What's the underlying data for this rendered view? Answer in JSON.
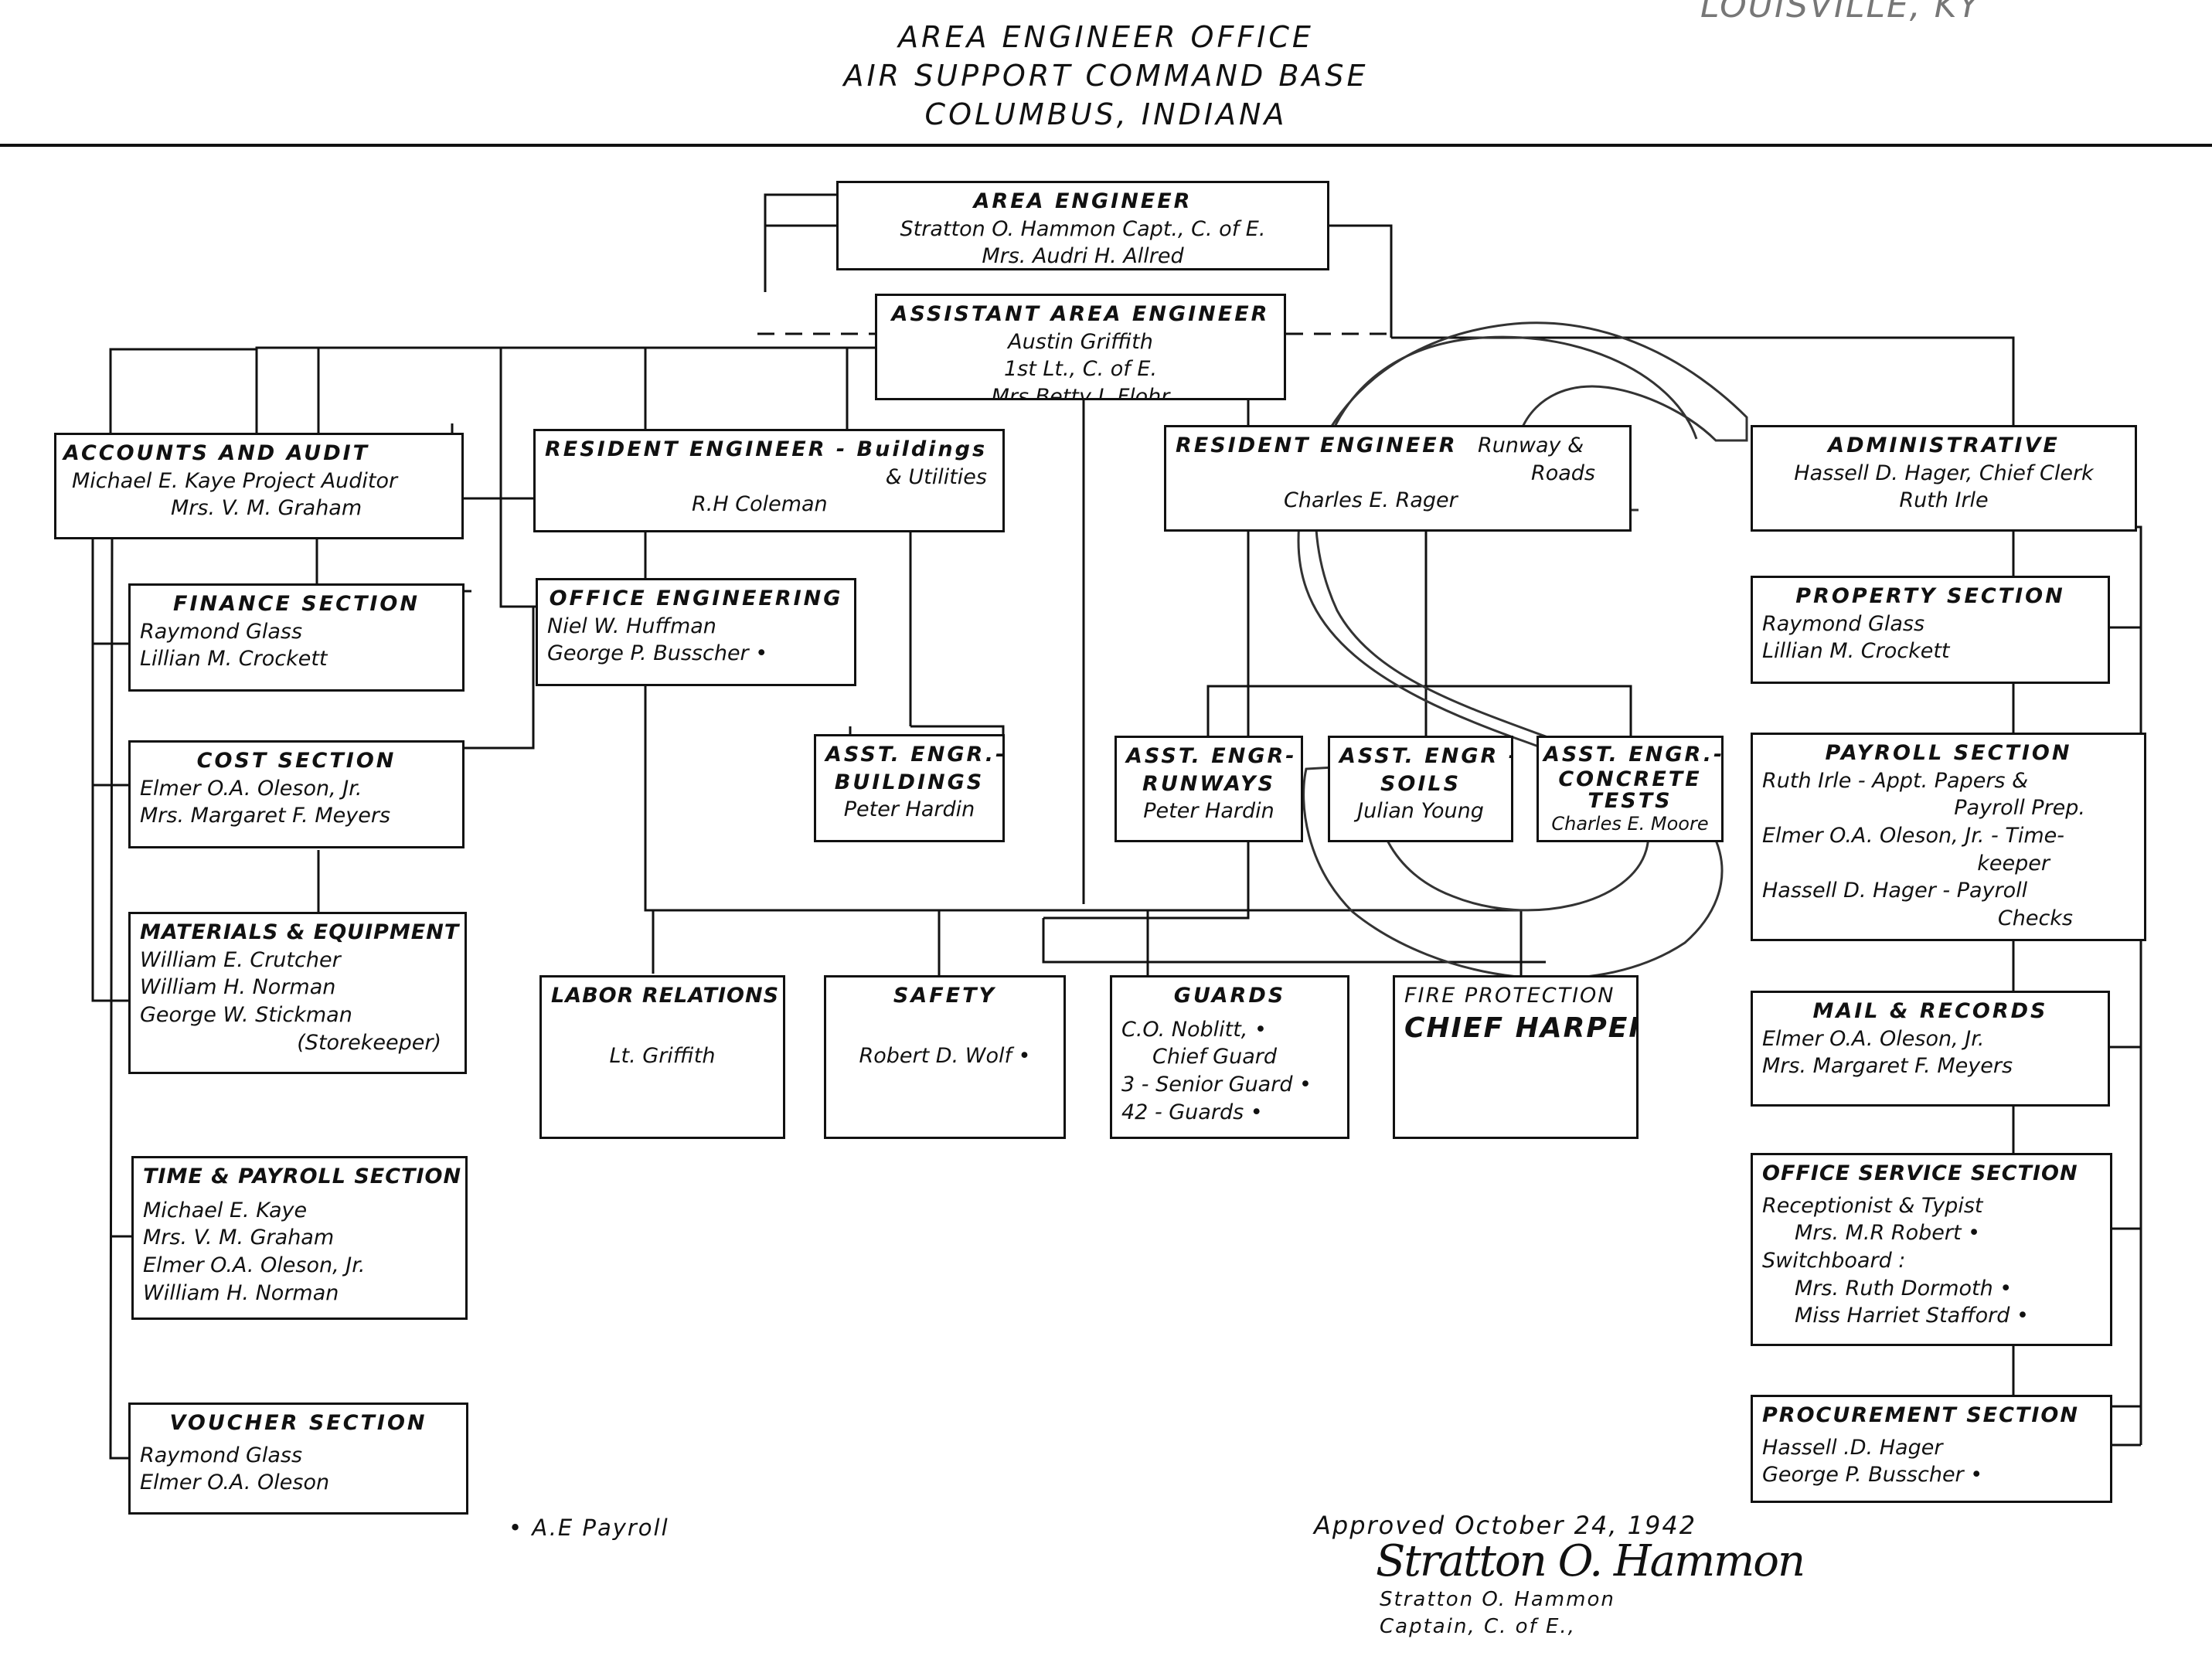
{
  "header": {
    "line1": "AREA ENGINEER OFFICE",
    "line2": "AIR SUPPORT COMMAND BASE",
    "line3": "COLUMBUS, INDIANA",
    "corner_stamp": "LOUISVILLE, KY"
  },
  "boxes": {
    "area_engineer": {
      "title": "AREA ENGINEER",
      "lines": [
        "Stratton O. Hammon Capt., C. of E.",
        "Mrs. Audri H. Allred"
      ]
    },
    "assistant_area_engineer": {
      "title": "ASSISTANT AREA ENGINEER",
      "lines": [
        "Austin Griffith",
        "1st Lt., C. of E.",
        "Mrs Betty J. Flohr"
      ]
    },
    "accounts_audit": {
      "title": "ACCOUNTS AND AUDIT",
      "lines": [
        "Michael E. Kaye Project Auditor",
        "Mrs. V. M. Graham"
      ]
    },
    "resident_buildings": {
      "title": "RESIDENT ENGINEER - Buildings",
      "title2": "& Utilities",
      "lines": [
        "R.H Coleman"
      ]
    },
    "resident_runway": {
      "title": "RESIDENT ENGINEER",
      "title_small": "Runway &",
      "title2": "Roads",
      "lines": [
        "Charles E. Rager"
      ]
    },
    "administrative": {
      "title": "ADMINISTRATIVE",
      "lines": [
        "Hassell D. Hager, Chief Clerk",
        "Ruth Irle"
      ]
    },
    "finance": {
      "title": "FINANCE SECTION",
      "lines": [
        "Raymond Glass",
        "Lillian M. Crockett"
      ]
    },
    "office_engineering": {
      "title": "OFFICE ENGINEERING",
      "lines": [
        "Niel W. Huffman",
        "George P. Busscher •"
      ]
    },
    "property": {
      "title": "PROPERTY SECTION",
      "lines": [
        "Raymond Glass",
        "Lillian M. Crockett"
      ]
    },
    "cost": {
      "title": "COST SECTION",
      "lines": [
        "Elmer O.A. Oleson, Jr.",
        "Mrs. Margaret F. Meyers"
      ]
    },
    "asst_buildings": {
      "title": "ASST. ENGR.-",
      "title2": "BUILDINGS",
      "lines": [
        "Peter Hardin"
      ]
    },
    "asst_runways": {
      "title": "ASST. ENGR-",
      "title2": "RUNWAYS",
      "lines": [
        "Peter Hardin"
      ]
    },
    "asst_soils": {
      "title": "ASST. ENGR -",
      "title2": "SOILS",
      "lines": [
        "Julian Young"
      ]
    },
    "asst_concrete": {
      "title": "ASST. ENGR.-",
      "title2": "CONCRETE",
      "title3": "TESTS",
      "lines": [
        "Charles E. Moore"
      ]
    },
    "payroll": {
      "title": "PAYROLL SECTION",
      "lines": [
        "Ruth Irle - Appt. Papers &",
        "Payroll Prep.",
        "Elmer O.A. Oleson, Jr. - Time-",
        "keeper",
        "Hassell D. Hager - Payroll",
        "Checks"
      ]
    },
    "materials": {
      "title": "MATERIALS & EQUIPMENT",
      "lines": [
        "William E. Crutcher",
        "William H. Norman",
        "George W. Stickman",
        "(Storekeeper)"
      ]
    },
    "labor": {
      "title": "LABOR RELATIONS",
      "lines": [
        "Lt. Griffith"
      ]
    },
    "safety": {
      "title": "SAFETY",
      "lines": [
        "Robert D. Wolf •"
      ]
    },
    "guards": {
      "title": "GUARDS",
      "lines": [
        "C.O. Noblitt, •",
        "Chief Guard",
        "3 - Senior Guard •",
        "42 - Guards •"
      ]
    },
    "fire": {
      "title": "FIRE PROTECTION",
      "lines": [
        "CHIEF HARPER"
      ]
    },
    "mail": {
      "title": "MAIL & RECORDS",
      "lines": [
        "Elmer O.A. Oleson, Jr.",
        "Mrs. Margaret F. Meyers"
      ]
    },
    "time_payroll": {
      "title": "TIME & PAYROLL SECTION",
      "lines": [
        "Michael E. Kaye",
        "Mrs. V. M. Graham",
        "Elmer O.A. Oleson, Jr.",
        "William H. Norman"
      ]
    },
    "office_service": {
      "title": "OFFICE SERVICE SECTION",
      "lines": [
        "Receptionist & Typist",
        "Mrs. M.R Robert •",
        "Switchboard :",
        "Mrs. Ruth Dormoth •",
        "Miss Harriet Stafford •"
      ]
    },
    "voucher": {
      "title": "VOUCHER SECTION",
      "lines": [
        "Raymond Glass",
        "Elmer O.A. Oleson"
      ]
    },
    "procurement": {
      "title": "PROCUREMENT SECTION",
      "lines": [
        "Hassell .D. Hager",
        "George P. Busscher •"
      ]
    }
  },
  "footer": {
    "note": "• A.E Payroll",
    "approved": "Approved October 24, 1942",
    "signature": "Stratton O. Hammon",
    "signer_name": "Stratton O. Hammon",
    "signer_title": "Captain, C. of E.,"
  }
}
